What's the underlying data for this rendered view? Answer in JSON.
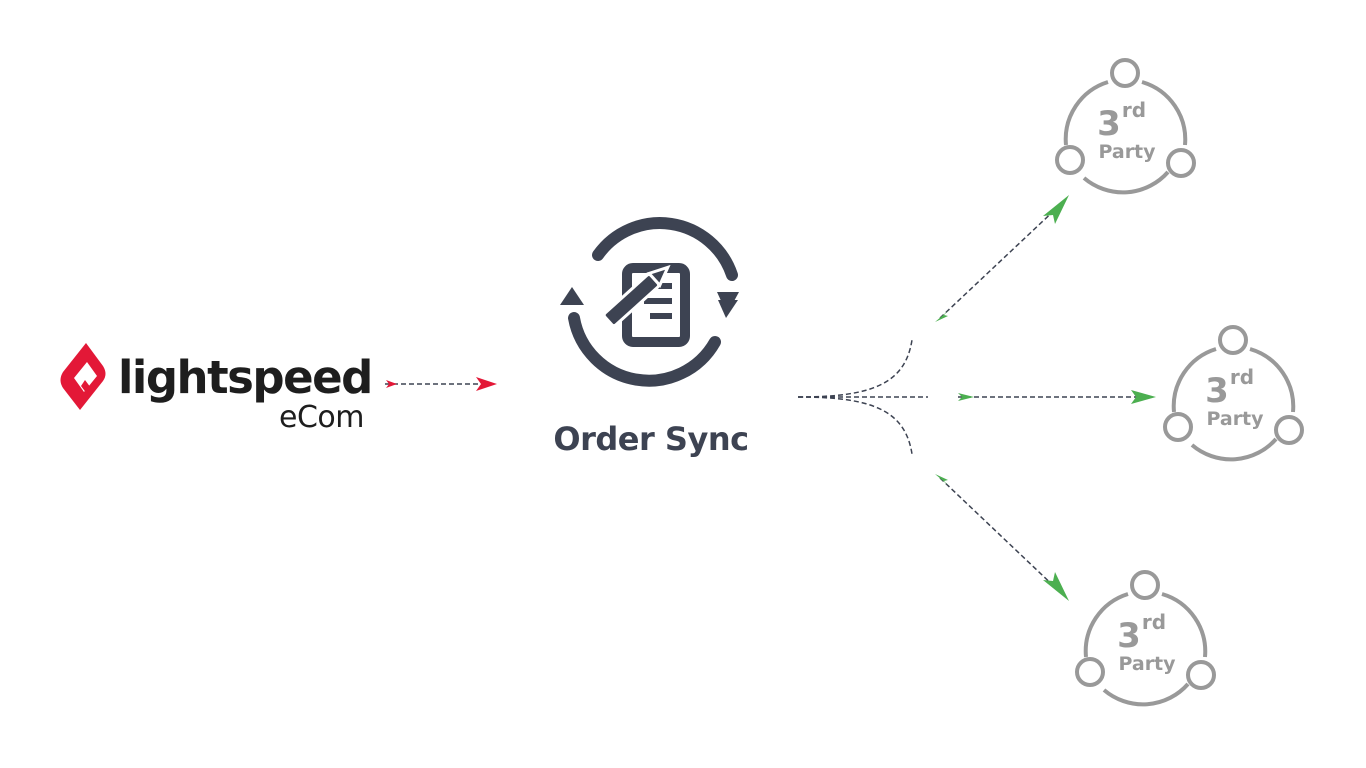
{
  "source": {
    "brand_name": "lightspeed",
    "brand_sub": "eCom"
  },
  "center": {
    "label": "Order Sync",
    "icon": "document-sync-icon"
  },
  "targets": [
    {
      "number": "3",
      "suffix": "rd",
      "label": "Party"
    },
    {
      "number": "3",
      "suffix": "rd",
      "label": "Party"
    },
    {
      "number": "3",
      "suffix": "rd",
      "label": "Party"
    }
  ],
  "colors": {
    "brand_red": "#e31837",
    "dark": "#3d4352",
    "grey": "#999999",
    "green": "#4caf50",
    "connector": "#3d4352"
  }
}
